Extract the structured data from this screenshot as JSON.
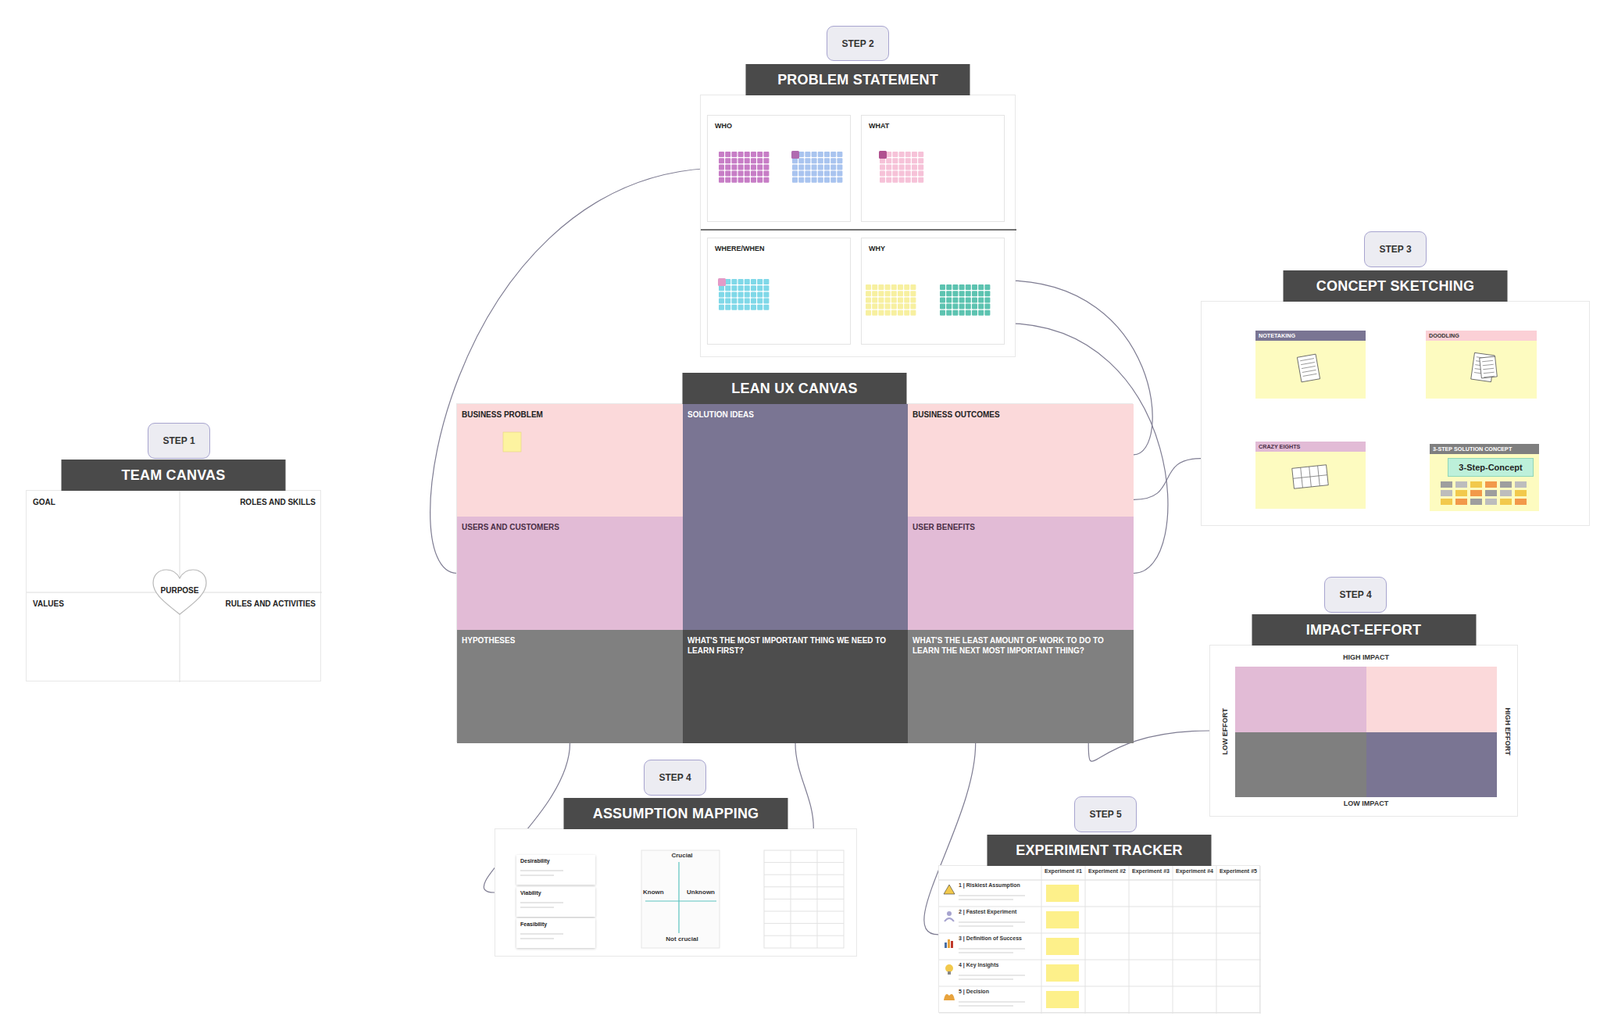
{
  "diagram": {
    "nodes": [
      {
        "text": [
          "STEP 1"
        ]
      },
      {
        "text": [
          "TEAM CANVAS"
        ]
      },
      {
        "text": [
          "GOAL"
        ],
        "in": 1
      },
      {
        "text": [
          "ROLES AND SKILLS"
        ],
        "in": 1
      },
      {
        "text": [
          "VALUES"
        ],
        "in": 1
      },
      {
        "text": [
          "RULES AND ACTIVITIES"
        ],
        "in": 1
      },
      {
        "text": [
          "PURPOSE"
        ],
        "in": 1
      },
      {
        "text": [
          "STEP 2"
        ]
      },
      {
        "text": [
          "PROBLEM STATEMENT"
        ]
      },
      {
        "text": [
          "WHO"
        ],
        "in": 8
      },
      {
        "text": [
          "WHAT"
        ],
        "in": 8
      },
      {
        "text": [
          "WHERE/WHEN"
        ],
        "in": 8
      },
      {
        "text": [
          "WHY"
        ],
        "in": 8
      },
      {
        "text": [
          "LEAN UX CANVAS"
        ]
      },
      {
        "text": [
          "BUSINESS PROBLEM"
        ],
        "in": 13
      },
      {
        "text": [
          "SOLUTION IDEAS"
        ],
        "in": 13
      },
      {
        "text": [
          "BUSINESS OUTCOMES"
        ],
        "in": 13
      },
      {
        "text": [
          "USERS AND CUSTOMERS"
        ],
        "in": 13
      },
      {
        "text": [
          "USER BENEFITS"
        ],
        "in": 13
      },
      {
        "text": [
          "HYPOTHESES"
        ],
        "in": 13
      },
      {
        "text": [
          "WHAT'S THE MOST IMPORTANT THING WE NEED TO LEARN FIRST?"
        ],
        "in": 13
      },
      {
        "text": [
          "WHAT'S THE LEAST AMOUNT OF WORK TO DO TO LEARN THE NEXT MOST IMPORTANT THING?"
        ],
        "in": 13
      },
      {
        "text": [
          "STEP 3"
        ]
      },
      {
        "text": [
          "CONCEPT SKETCHING"
        ]
      },
      {
        "text": [
          "NOTETAKING"
        ],
        "in": 23
      },
      {
        "text": [
          "DOODLING"
        ],
        "in": 23
      },
      {
        "text": [
          "CRAZY EIGHTS"
        ],
        "in": 23
      },
      {
        "text": [
          "3-STEP SOLUTION CONCEPT"
        ],
        "in": 23
      },
      {
        "text": [
          "3-Step-Concept"
        ],
        "in": 27
      },
      {
        "text": [
          "STEP 4"
        ]
      },
      {
        "text": [
          "IMPACT-EFFORT"
        ]
      },
      {
        "text": [
          "STEP 4"
        ]
      },
      {
        "text": [
          "ASSUMPTION MAPPING"
        ]
      },
      {
        "text": [
          "Desirability"
        ],
        "in": 32
      },
      {
        "text": [
          "Viability"
        ],
        "in": 32
      },
      {
        "text": [
          "Feasibility"
        ],
        "in": 32
      },
      {
        "text": [
          "STEP 5"
        ]
      },
      {
        "text": [
          "EXPERIMENT TRACKER"
        ]
      }
    ],
    "edges": [
      {
        "from": 9,
        "to": 17,
        "arrow": "none"
      },
      {
        "from": 12,
        "to": 16,
        "arrow": "none"
      },
      {
        "from": 12,
        "to": 18,
        "arrow": "none"
      },
      {
        "from": 23,
        "to": 16,
        "arrow": "none"
      },
      {
        "from": 30,
        "to": 21,
        "arrow": "none"
      },
      {
        "from": 19,
        "to": 32,
        "arrow": "none"
      },
      {
        "from": 20,
        "to": 32,
        "arrow": "none"
      },
      {
        "from": 21,
        "to": 37,
        "arrow": "none"
      }
    ],
    "labels": [
      "HIGH IMPACT",
      "LOW IMPACT",
      "LOW EFFORT",
      "HIGH EFFORT",
      "Crucial",
      "Known",
      "Unknown",
      "Not crucial",
      "Experiment #1",
      "Experiment #2",
      "Experiment #3",
      "Experiment #4",
      "Experiment #5",
      "1 | Riskiest Assumption",
      "2 | Fastest Experiment",
      "3 | Definition of Success",
      "4 | Key Insights",
      "5 | Decision"
    ]
  }
}
